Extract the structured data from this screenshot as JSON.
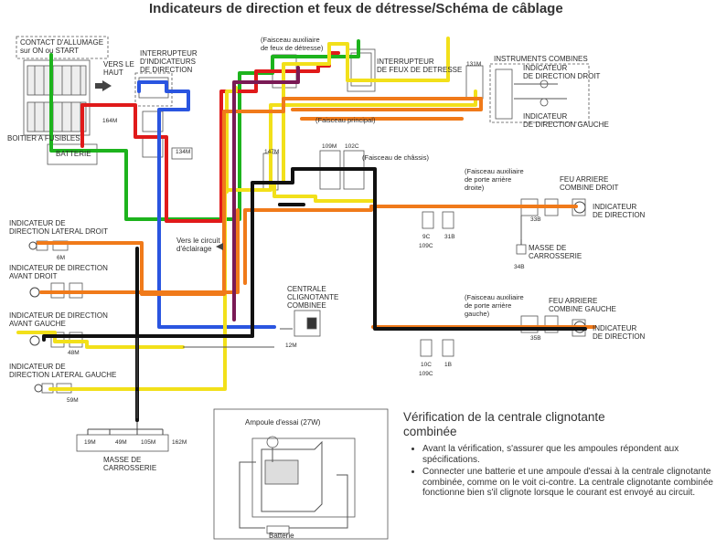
{
  "title": "Indicateurs de direction et feux de  détresse/Schéma de câblage",
  "components": {
    "ignition_contact": [
      "CONTACT D'ALLUMAGE",
      "sur ON ou START"
    ],
    "towards_top": [
      "VERS LE",
      "HAUT"
    ],
    "fuse_box": "BOITIER A FUSIBLES",
    "battery": "BATTERIE",
    "turn_switch": [
      "INTERRUPTEUR",
      "D'INDICATEURS",
      "DE DIRECTION"
    ],
    "hazard_harness": [
      "(Faisceau auxiliaire",
      "de feux de détresse)"
    ],
    "hazard_switch": [
      "INTERRUPTEUR",
      "DE FEUX DE DETRESSE"
    ],
    "combined_instruments": "INSTRUMENTS COMBINES",
    "cluster_right": [
      "INDICATEUR",
      "DE DIRECTION DROIT"
    ],
    "cluster_left": [
      "INDICATEUR",
      "DE DIRECTION GAUCHE"
    ],
    "main_harness": "(Faisceau principal)",
    "chassis_harness": "(Faisceau de châssis)",
    "rear_door_right_harness": [
      "(Faisceau auxiliaire",
      "de porte arrière",
      "droite)"
    ],
    "rear_right_combo": [
      "FEU ARRIERE",
      "COMBINE DROIT"
    ],
    "rear_right_indicator": [
      "INDICATEUR",
      "DE DIRECTION"
    ],
    "body_ground_right": [
      "MASSE DE",
      "CARROSSERIE"
    ],
    "side_right": [
      "INDICATEUR DE",
      "DIRECTION LATERAL DROIT"
    ],
    "front_right": [
      "INDICATEUR DE DIRECTION",
      "AVANT DROIT"
    ],
    "front_left": [
      "INDICATEUR DE DIRECTION",
      "AVANT GAUCHE"
    ],
    "side_left": [
      "INDICATEUR DE",
      "DIRECTION LATERAL GAUCHE"
    ],
    "lighting_circuit": [
      "Vers le circuit",
      "d'éclairage"
    ],
    "flasher_unit": [
      "CENTRALE",
      "CLIGNOTANTE",
      "COMBINEE"
    ],
    "rear_door_left_harness": [
      "(Faisceau auxiliaire",
      "de porte arrière",
      "gauche)"
    ],
    "rear_left_combo": [
      "FEU ARRIERE",
      "COMBINE GAUCHE"
    ],
    "rear_left_indicator": [
      "INDICATEUR",
      "DE DIRECTION"
    ],
    "body_ground_bottom": [
      "MASSE DE",
      "CARROSSERIE"
    ]
  },
  "connector_codes": {
    "c164m": "164M",
    "c134m": "134M",
    "c147m": "147M",
    "c131m": "131M",
    "c109m": "109M",
    "c102c": "102C",
    "c9c": "9C",
    "c31b": "31B",
    "c109c_top": "109C",
    "c33b": "33B",
    "c34b": "34B",
    "c6m": "6M",
    "c48m": "48M",
    "c59m": "59M",
    "c12m": "12M",
    "c10c": "10C",
    "c1b": "1B",
    "c109c_bot": "109C",
    "c35b": "35B",
    "c19m": "19M",
    "c49m": "49M",
    "c105m": "105M",
    "c162m": "162M"
  },
  "inset": {
    "test_bulb": "Ampoule d'essai (27W)",
    "battery": "Batterie"
  },
  "verification": {
    "heading": [
      "Vérification de la centrale clignotante",
      "combinée"
    ],
    "bullets": [
      "Avant la vérification, s'assurer que les ampoules répondent aux spécifications.",
      "Connecter une batterie et une ampoule d'essai à la centrale clignotante combinée, comme on le voit ci-contre. La centrale clignotante combinée fonctionne bien s'il clignote lorsque le courant est envoyé au circuit."
    ]
  },
  "wire_colors": {
    "green": "#1db31d",
    "red": "#e01a1a",
    "blue": "#2a55e0",
    "yellow": "#f2e01a",
    "orange": "#f07a1a",
    "black": "#111111",
    "purple": "#7a1a55",
    "dark_red": "#b0202a",
    "ink": "#444444"
  }
}
